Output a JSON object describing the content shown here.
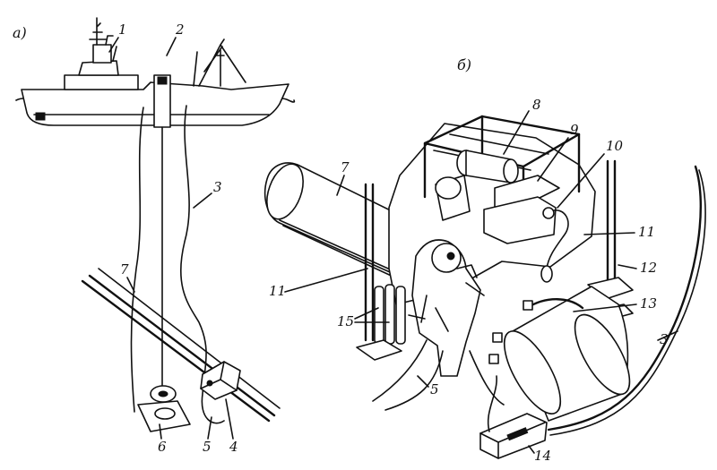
{
  "sections": {
    "a": "а)",
    "b": "б)"
  },
  "callouts": {
    "n1": "1",
    "n2": "2",
    "n3": "3",
    "n4": "4",
    "n5": "5",
    "n6": "6",
    "n7": "7",
    "b3": "3",
    "b5": "5",
    "b7": "7",
    "b8": "8",
    "b9": "9",
    "b10": "10",
    "b11l": "11",
    "b11r": "11",
    "b12": "12",
    "b13": "13",
    "b14": "14",
    "b15": "15"
  }
}
